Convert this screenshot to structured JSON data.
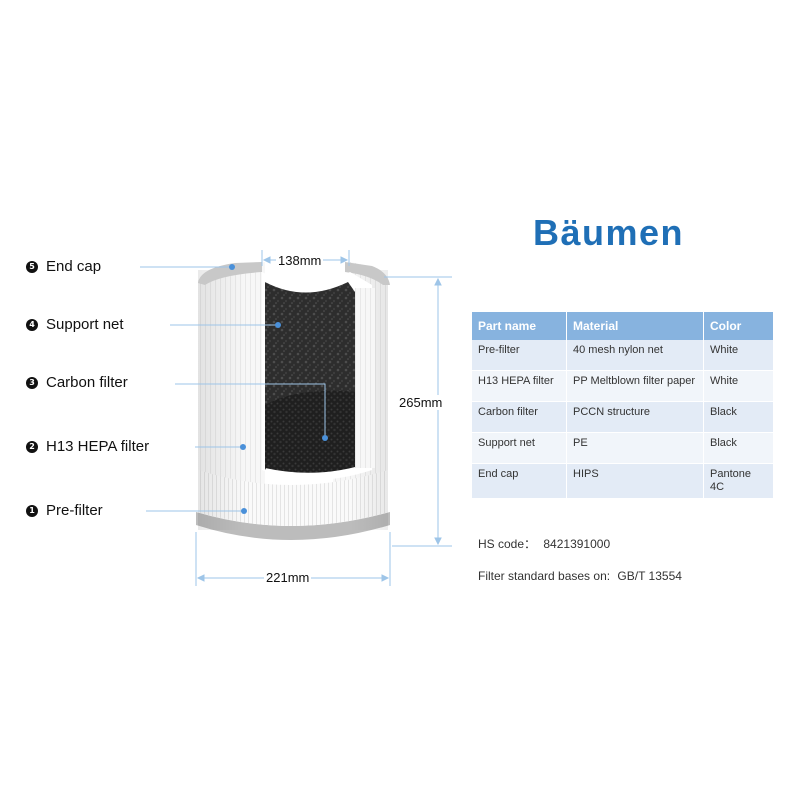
{
  "brand": {
    "name": "Bäumen"
  },
  "callouts": [
    {
      "num": "5",
      "label": "End cap"
    },
    {
      "num": "4",
      "label": "Support net"
    },
    {
      "num": "3",
      "label": "Carbon filter"
    },
    {
      "num": "2",
      "label": "H13 HEPA filter"
    },
    {
      "num": "1",
      "label": "Pre-filter"
    }
  ],
  "dimensions": {
    "inner_diameter": "138mm",
    "height": "265mm",
    "outer_diameter": "221mm"
  },
  "table": {
    "headers": [
      "Part name",
      "Material",
      "Color"
    ],
    "rows": [
      [
        "Pre-filter",
        "40 mesh nylon net",
        "White"
      ],
      [
        "H13 HEPA filter",
        "PP Meltblown filter paper",
        "White"
      ],
      [
        "Carbon filter",
        "PCCN structure",
        "Black"
      ],
      [
        "Support net",
        "PE",
        "Black"
      ],
      [
        "End cap",
        "HIPS",
        "Pantone 4C"
      ]
    ]
  },
  "info": {
    "hs_label": "HS code：",
    "hs_value": "8421391000",
    "standard_label": "Filter standard bases on:",
    "standard_value": "GB/T 13554"
  },
  "colors": {
    "brand": "#1f6fb6",
    "table_header": "#87b3df",
    "callout_line": "#9ec5e8",
    "callout_dot": "#4a90d9"
  }
}
